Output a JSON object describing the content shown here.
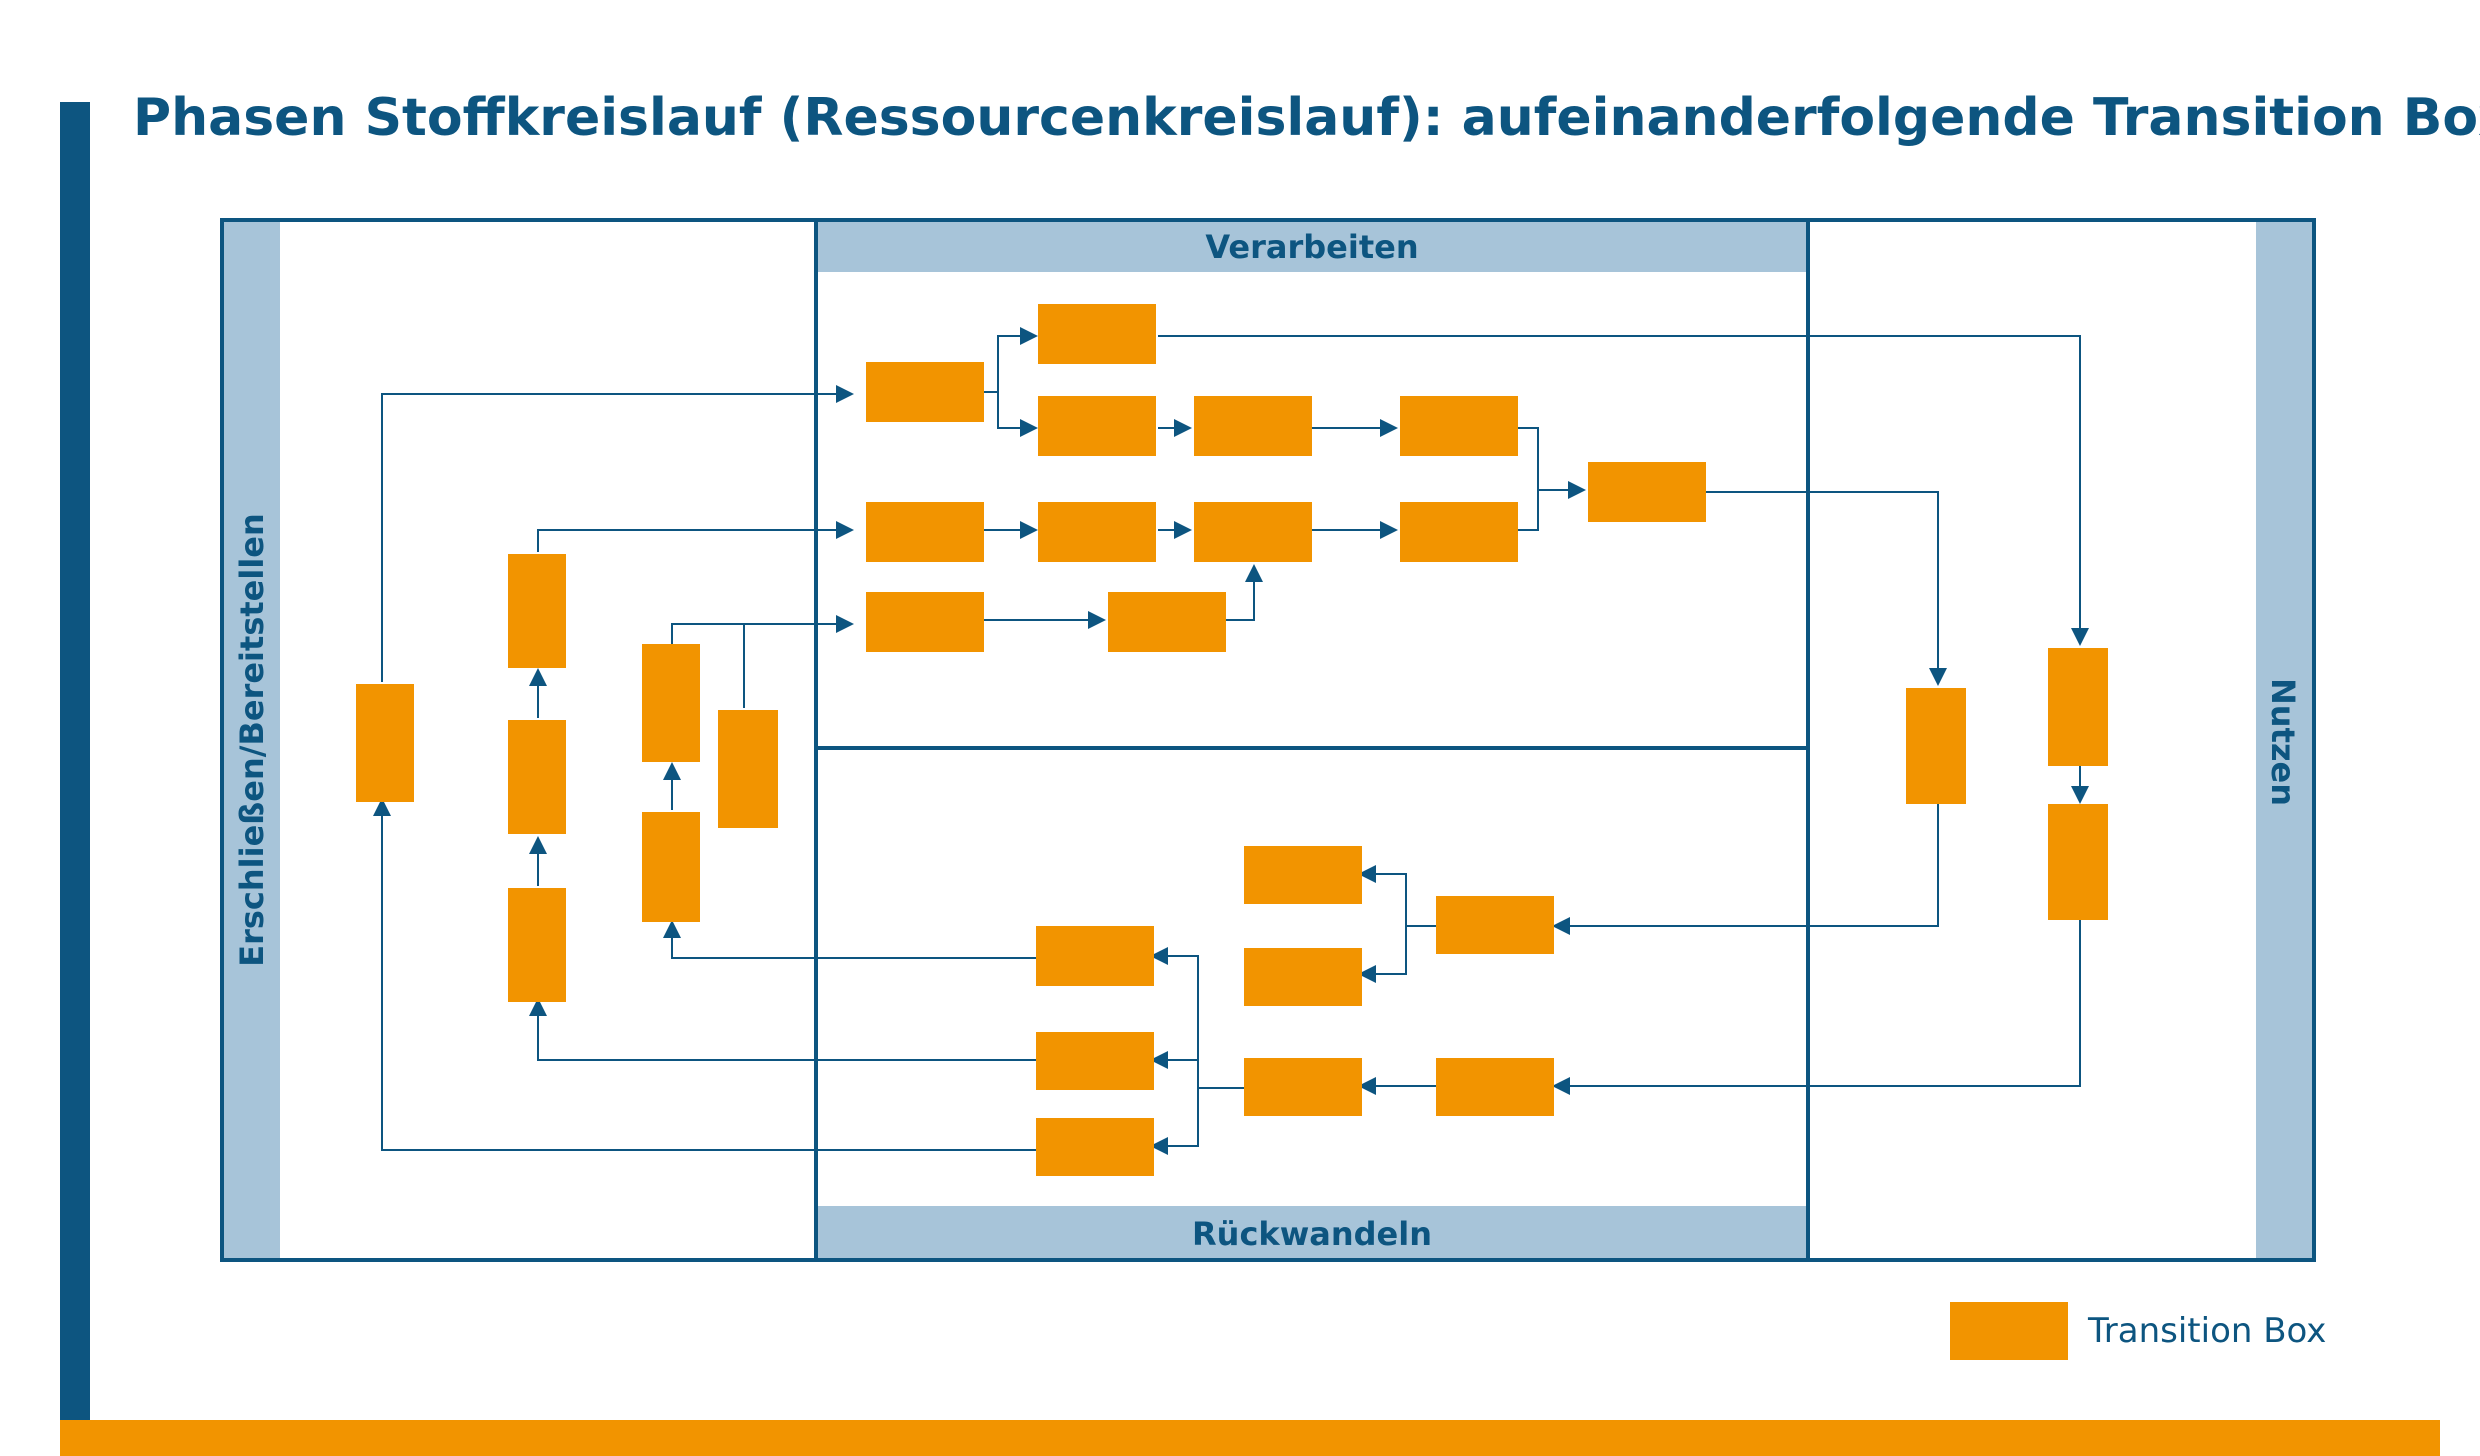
{
  "title": "Phasen Stoffkreislauf (Ressourcenkreislauf): aufeinanderfolgende Transition Boxes",
  "sections": {
    "left": "Erschließen/Bereitstellen",
    "top": "Verarbeiten",
    "bottom": "Rückwandeln",
    "right": "Nutzen"
  },
  "legend": {
    "label": "Transition Box"
  },
  "colors": {
    "primary": "#0d5580",
    "box": "#f29400",
    "band": "#a7c4d9"
  }
}
